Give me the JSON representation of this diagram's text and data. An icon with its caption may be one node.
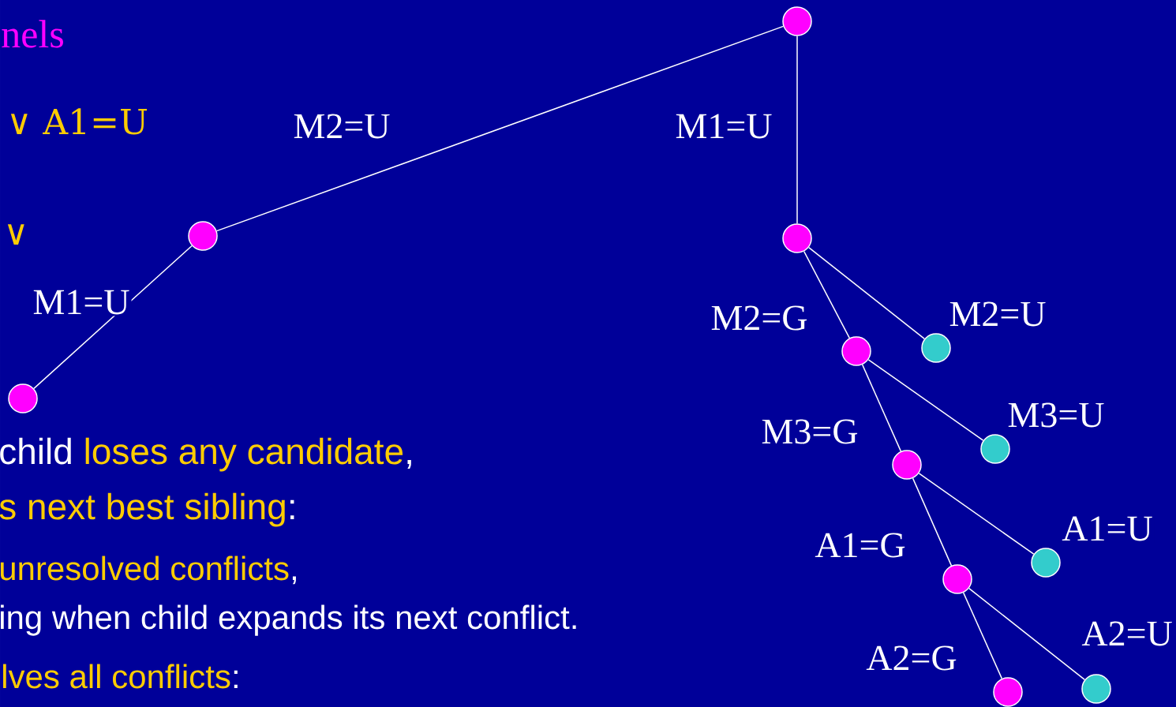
{
  "diagram": {
    "nodes": [
      {
        "text": [],
        "shape": "circle"
      },
      {
        "text": [],
        "shape": "circle"
      },
      {
        "text": [],
        "shape": "circle"
      },
      {
        "text": [],
        "shape": "circle"
      },
      {
        "text": [],
        "shape": "circle"
      },
      {
        "text": [],
        "shape": "circle"
      },
      {
        "text": [],
        "shape": "circle"
      },
      {
        "text": [],
        "shape": "circle"
      },
      {
        "text": [],
        "shape": "circle"
      },
      {
        "text": [],
        "shape": "circle"
      },
      {
        "text": [],
        "shape": "circle"
      },
      {
        "text": [],
        "shape": "circle"
      }
    ],
    "edges": [
      {
        "from": 0,
        "to": 1,
        "arrow": "none",
        "label": "M2=U"
      },
      {
        "from": 0,
        "to": 2,
        "arrow": "none",
        "label": "M1=U"
      },
      {
        "from": 1,
        "to": 3,
        "arrow": "none",
        "label": "M1=U"
      },
      {
        "from": 2,
        "to": 4,
        "arrow": "none",
        "label": "M2=G"
      },
      {
        "from": 2,
        "to": 5,
        "arrow": "none",
        "label": "M2=U"
      },
      {
        "from": 4,
        "to": 6,
        "arrow": "none",
        "label": "M3=G"
      },
      {
        "from": 4,
        "to": 7,
        "arrow": "none",
        "label": "M3=U"
      },
      {
        "from": 6,
        "to": 8,
        "arrow": "none",
        "label": "A1=G"
      },
      {
        "from": 6,
        "to": 9,
        "arrow": "none",
        "label": "A1=U"
      },
      {
        "from": 8,
        "to": 10,
        "arrow": "none",
        "label": "A2=G"
      },
      {
        "from": 8,
        "to": 11,
        "arrow": "none",
        "label": "A2=U"
      }
    ],
    "labels": [
      "nels",
      "∨ A1=U",
      "∨",
      "child",
      "loses any candidate",
      ",",
      "s next best sibling",
      ":",
      "unresolved conflicts",
      ",",
      "ing when child expands its next conflict.",
      "lves all conflicts",
      ":"
    ]
  }
}
